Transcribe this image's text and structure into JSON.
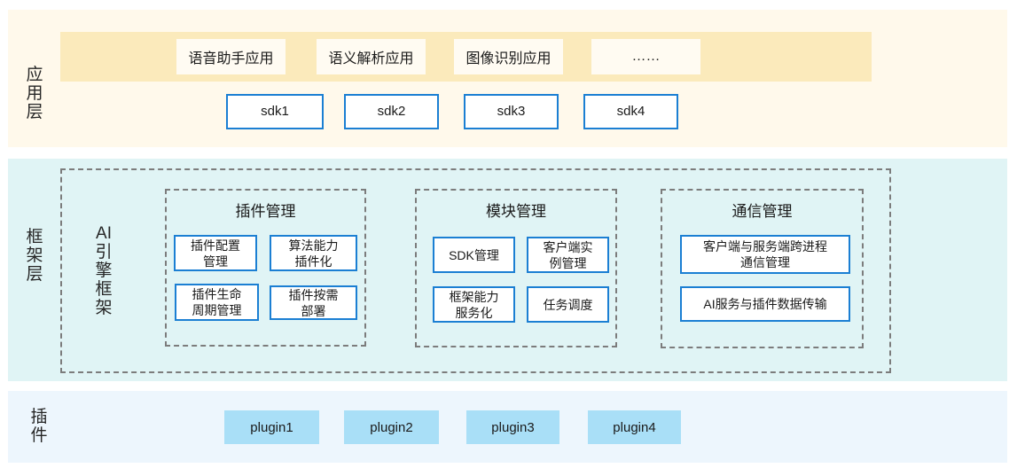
{
  "layers": {
    "app": {
      "label": "应\n用\n层",
      "apps": [
        "语音助手应用",
        "语义解析应用",
        "图像识别应用",
        "……"
      ],
      "sdks": [
        "sdk1",
        "sdk2",
        "sdk3",
        "sdk4"
      ]
    },
    "framework": {
      "label": "框\n架\n层",
      "engine_label": "AI\n引\n擎\n框\n架",
      "groups": [
        {
          "title": "插件管理",
          "boxes": [
            "插件配置\n管理",
            "算法能力\n插件化",
            "插件生命\n周期管理",
            "插件按需\n部署"
          ]
        },
        {
          "title": "模块管理",
          "boxes": [
            "SDK管理",
            "客户端实\n例管理",
            "框架能力\n服务化",
            "任务调度"
          ]
        },
        {
          "title": "通信管理",
          "boxes": [
            "客户端与服务端跨进程\n通信管理",
            "AI服务与插件数据传输"
          ]
        }
      ]
    },
    "plugin": {
      "label": "插\n件",
      "plugins": [
        "plugin1",
        "plugin2",
        "plugin3",
        "plugin4"
      ]
    }
  },
  "colors": {
    "app_section_bg": "#FFF9EB",
    "app_band_bg": "#FBEABB",
    "app_box_bg": "#FFFBF2",
    "framework_section_bg": "#E0F4F5",
    "plugin_section_bg": "#EDF6FD",
    "plugin_box_bg": "#A9DFF7",
    "box_border_blue": "#1B7FD3",
    "dashed_border_gray": "#7C7C7C"
  }
}
